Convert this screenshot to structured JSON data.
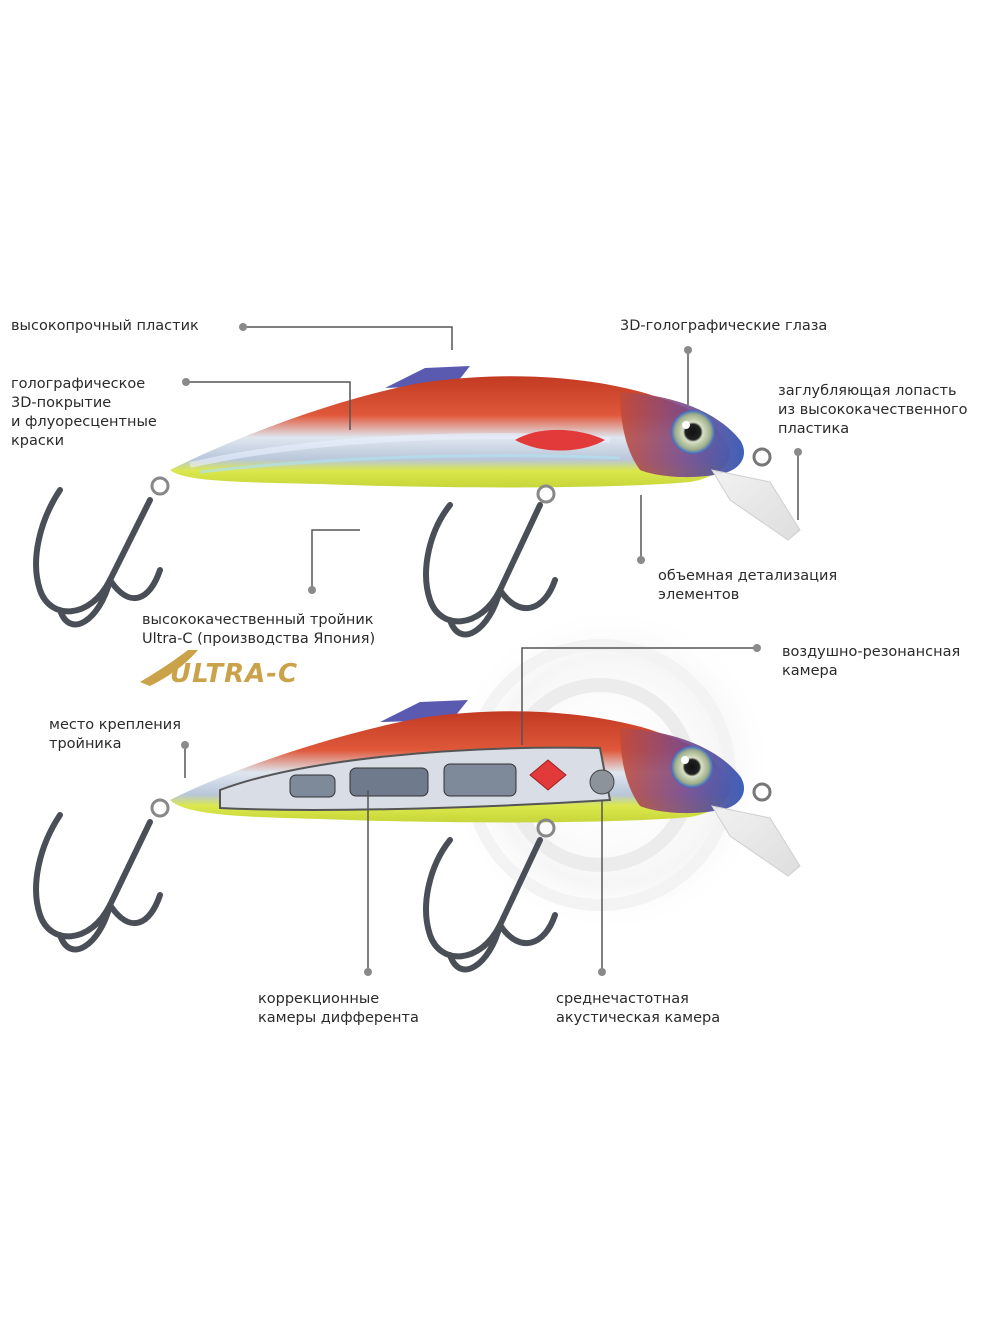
{
  "labels": {
    "plastic": "высокопрочный пластик",
    "holo_coating": "голографическое\n3D-покрытие\nи флуоресцентные\nкраски",
    "eyes": "3D-голографические глаза",
    "lip": "заглубляющая лопасть\nиз высококачественного\nпластика",
    "details": "объемная детализация\nэлементов",
    "treble": "высококачественный тройник\nUltra-C (производства Япония)",
    "mount": "место крепления\nтройника",
    "air_chamber": "воздушно-резонансная\nкамера",
    "trim_chambers": "коррекционные\nкамеры дифферента",
    "acoustic_chamber": "среднечастотная\nакустическая камера"
  },
  "logo": {
    "text": "ULTRA-C",
    "color": "#c9a24a"
  },
  "colors": {
    "body_red": "#d8462a",
    "belly_yellow": "#d9e84a",
    "holo_silver": "#cfd8e4",
    "head_blue": "#2f5fbf",
    "leader_line": "#555555"
  }
}
